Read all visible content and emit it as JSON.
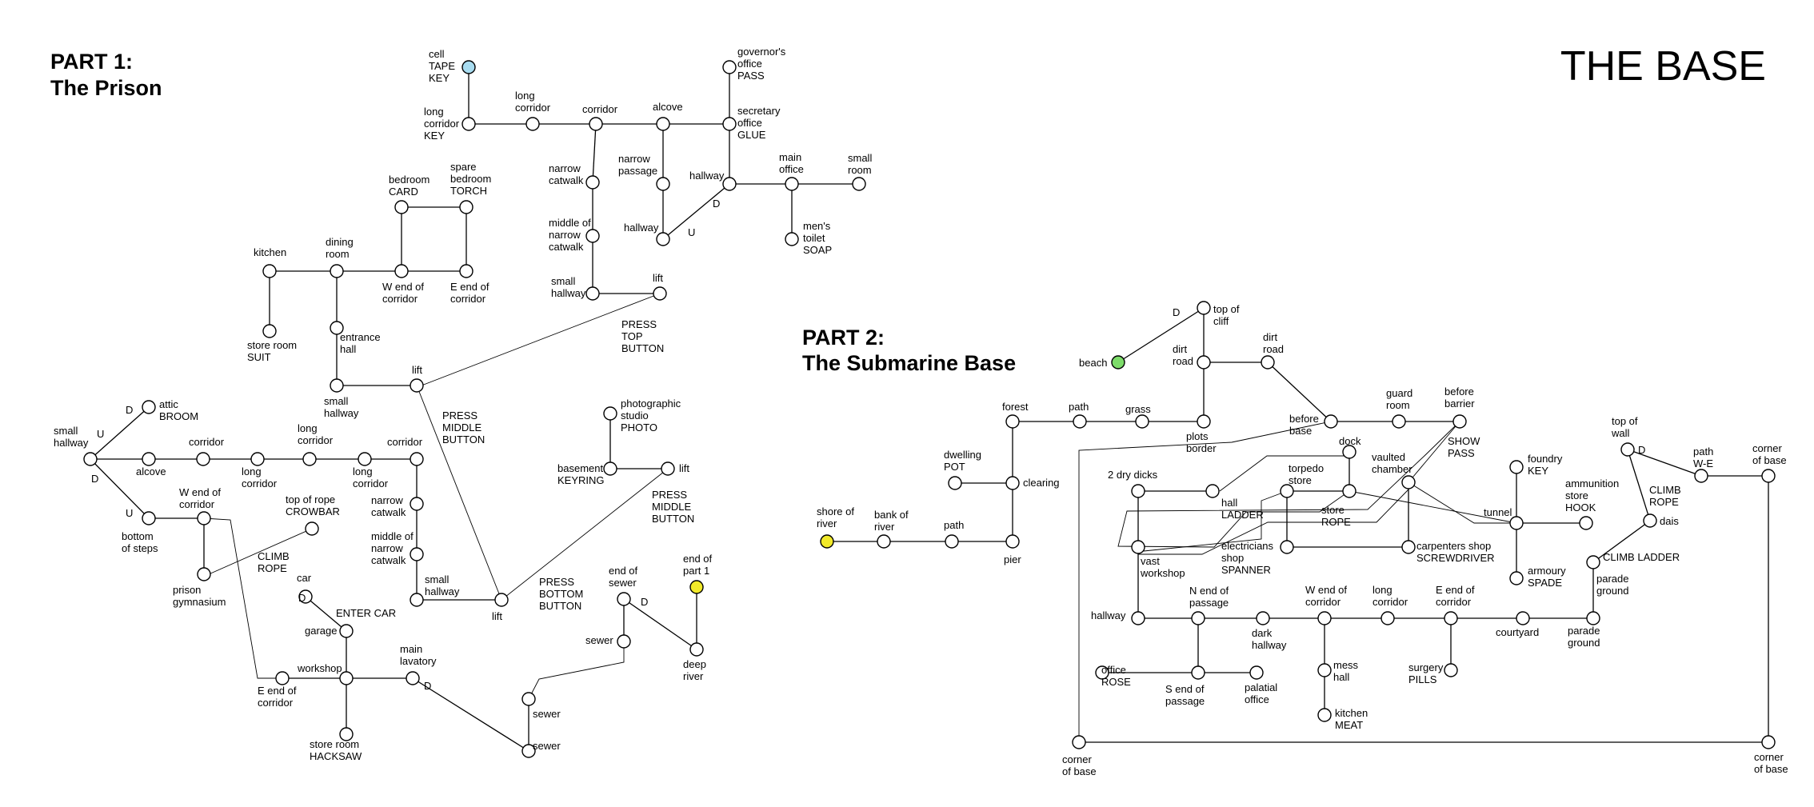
{
  "title": "THE BASE",
  "part1": {
    "line1": "PART 1:",
    "line2": "The Prison"
  },
  "part2": {
    "line1": "PART 2:",
    "line2": "The Submarine Base"
  },
  "colors": {
    "background": "#ffffff",
    "line": "#000000",
    "node": "#ffffff",
    "start": "#a8dcf0",
    "end": "#f2ea2a",
    "beach": "#7ddc6a"
  },
  "nodes": [
    {
      "id": "cell",
      "lines": [
        "cell",
        "TAPE",
        "KEY"
      ]
    },
    {
      "id": "long-corridor-key",
      "lines": [
        "long",
        "corridor",
        "KEY"
      ]
    },
    {
      "id": "long-corridor-top",
      "lines": [
        "long",
        "corridor"
      ]
    },
    {
      "id": "corridor-top",
      "lines": [
        "corridor"
      ]
    },
    {
      "id": "alcove-top",
      "lines": [
        "alcove"
      ]
    },
    {
      "id": "governors-office",
      "lines": [
        "governor's",
        "office",
        "PASS"
      ]
    },
    {
      "id": "secretary-office",
      "lines": [
        "secretary",
        "office",
        "GLUE"
      ]
    },
    {
      "id": "narrow-passage",
      "lines": [
        "narrow",
        "passage"
      ]
    },
    {
      "id": "hallway-upper",
      "lines": [
        "hallway"
      ]
    },
    {
      "id": "main-office",
      "lines": [
        "main",
        "office"
      ]
    },
    {
      "id": "small-room",
      "lines": [
        "small",
        "room"
      ]
    },
    {
      "id": "mens-toilet",
      "lines": [
        "men's",
        "toilet",
        "SOAP"
      ]
    },
    {
      "id": "hallway-u",
      "lines": [
        "hallway"
      ]
    },
    {
      "id": "narrow-catwalk-top",
      "lines": [
        "narrow",
        "catwalk"
      ]
    },
    {
      "id": "middle-narrow-catwalk-top",
      "lines": [
        "middle of",
        "narrow",
        "catwalk"
      ]
    },
    {
      "id": "small-hallway-top",
      "lines": [
        "small",
        "hallway"
      ]
    },
    {
      "id": "lift-top",
      "lines": [
        "lift"
      ]
    },
    {
      "id": "bedroom",
      "lines": [
        "bedroom",
        "CARD"
      ]
    },
    {
      "id": "spare-bedroom",
      "lines": [
        "spare",
        "bedroom",
        "TORCH"
      ]
    },
    {
      "id": "kitchen-prison",
      "lines": [
        "kitchen"
      ]
    },
    {
      "id": "dining-room",
      "lines": [
        "dining",
        "room"
      ]
    },
    {
      "id": "w-end-corridor-upper",
      "lines": [
        "W end of",
        "corridor"
      ]
    },
    {
      "id": "e-end-corridor-upper",
      "lines": [
        "E end of",
        "corridor"
      ]
    },
    {
      "id": "store-room-suit",
      "lines": [
        "store room",
        "SUIT"
      ]
    },
    {
      "id": "entrance-hall",
      "lines": [
        "entrance",
        "hall"
      ]
    },
    {
      "id": "small-hallway-mid",
      "lines": [
        "small",
        "hallway"
      ]
    },
    {
      "id": "lift-middle",
      "lines": [
        "lift"
      ]
    },
    {
      "id": "attic",
      "lines": [
        "attic",
        "BROOM"
      ]
    },
    {
      "id": "small-hallway-left",
      "lines": [
        "small",
        "hallway"
      ]
    },
    {
      "id": "alcove-left",
      "lines": [
        "alcove"
      ]
    },
    {
      "id": "corridor-left",
      "lines": [
        "corridor"
      ]
    },
    {
      "id": "long-corridor-l1",
      "lines": [
        "long",
        "corridor"
      ]
    },
    {
      "id": "long-corridor-l2",
      "lines": [
        "long",
        "corridor"
      ]
    },
    {
      "id": "long-corridor-l3",
      "lines": [
        "long",
        "corridor"
      ]
    },
    {
      "id": "corridor-right",
      "lines": [
        "corridor"
      ]
    },
    {
      "id": "narrow-catwalk-low",
      "lines": [
        "narrow",
        "catwalk"
      ]
    },
    {
      "id": "middle-narrow-catwalk-low",
      "lines": [
        "middle of",
        "narrow",
        "catwalk"
      ]
    },
    {
      "id": "small-hallway-low",
      "lines": [
        "small",
        "hallway"
      ]
    },
    {
      "id": "lift-bottom",
      "lines": [
        "lift"
      ]
    },
    {
      "id": "bottom-steps",
      "lines": [
        "bottom",
        "of steps"
      ]
    },
    {
      "id": "w-end-corridor-low",
      "lines": [
        "W end of",
        "corridor"
      ]
    },
    {
      "id": "prison-gym",
      "lines": [
        "prison",
        "gymnasium"
      ]
    },
    {
      "id": "top-of-rope",
      "lines": [
        "top of rope",
        "CROWBAR"
      ]
    },
    {
      "id": "photo-studio",
      "lines": [
        "photographic",
        "studio",
        "PHOTO"
      ]
    },
    {
      "id": "basement",
      "lines": [
        "basement",
        "KEYRING"
      ]
    },
    {
      "id": "lift-basement",
      "lines": [
        "lift"
      ]
    },
    {
      "id": "car",
      "lines": [
        "car"
      ]
    },
    {
      "id": "garage",
      "lines": [
        "garage"
      ]
    },
    {
      "id": "workshop-prison",
      "lines": [
        "workshop"
      ]
    },
    {
      "id": "e-end-corridor-low",
      "lines": [
        "E end of",
        "corridor"
      ]
    },
    {
      "id": "main-lavatory",
      "lines": [
        "main",
        "lavatory"
      ]
    },
    {
      "id": "store-room-hacksaw",
      "lines": [
        "store room",
        "HACKSAW"
      ]
    },
    {
      "id": "end-of-sewer",
      "lines": [
        "end of",
        "sewer"
      ]
    },
    {
      "id": "end-part-1",
      "lines": [
        "end of",
        "part 1"
      ]
    },
    {
      "id": "sewer-1",
      "lines": [
        "sewer"
      ]
    },
    {
      "id": "deep-river",
      "lines": [
        "deep",
        "river"
      ]
    },
    {
      "id": "sewer-2",
      "lines": [
        "sewer"
      ]
    },
    {
      "id": "sewer-3",
      "lines": [
        "sewer"
      ]
    },
    {
      "id": "top-of-cliff",
      "lines": [
        "top of",
        "cliff"
      ]
    },
    {
      "id": "beach",
      "lines": [
        "beach"
      ]
    },
    {
      "id": "dirt-road-1",
      "lines": [
        "dirt",
        "road"
      ]
    },
    {
      "id": "dirt-road-2",
      "lines": [
        "dirt",
        "road"
      ]
    },
    {
      "id": "forest",
      "lines": [
        "forest"
      ]
    },
    {
      "id": "path-top",
      "lines": [
        "path"
      ]
    },
    {
      "id": "grass",
      "lines": [
        "grass"
      ]
    },
    {
      "id": "plots-border",
      "lines": [
        "plots",
        "border"
      ]
    },
    {
      "id": "before-base",
      "lines": [
        "before",
        "base"
      ]
    },
    {
      "id": "guard-room",
      "lines": [
        "guard",
        "room"
      ]
    },
    {
      "id": "before-barrier",
      "lines": [
        "before",
        "barrier"
      ]
    },
    {
      "id": "dwelling",
      "lines": [
        "dwelling",
        "POT"
      ]
    },
    {
      "id": "clearing",
      "lines": [
        "clearing"
      ]
    },
    {
      "id": "shore-of-river",
      "lines": [
        "shore of",
        "river"
      ]
    },
    {
      "id": "bank-of-river",
      "lines": [
        "bank of",
        "river"
      ]
    },
    {
      "id": "path-low",
      "lines": [
        "path"
      ]
    },
    {
      "id": "pier",
      "lines": [
        "pier"
      ]
    },
    {
      "id": "dock",
      "lines": [
        "dock"
      ]
    },
    {
      "id": "2-dry-dicks",
      "lines": [
        "2 dry dicks"
      ]
    },
    {
      "id": "hall-ladder",
      "lines": [
        "hall",
        "LADDER"
      ]
    },
    {
      "id": "torpedo-store",
      "lines": [
        "torpedo",
        "store"
      ]
    },
    {
      "id": "store-rope",
      "lines": [
        "store",
        "ROPE"
      ]
    },
    {
      "id": "vaulted-chamber",
      "lines": [
        "vaulted",
        "chamber"
      ]
    },
    {
      "id": "foundry",
      "lines": [
        "foundry",
        "KEY"
      ]
    },
    {
      "id": "ammunition-store",
      "lines": [
        "ammunition",
        "store",
        "HOOK"
      ]
    },
    {
      "id": "tunnel",
      "lines": [
        "tunnel"
      ]
    },
    {
      "id": "armoury",
      "lines": [
        "armoury",
        "SPADE"
      ]
    },
    {
      "id": "electricians-shop",
      "lines": [
        "electricians",
        "shop",
        "SPANNER"
      ]
    },
    {
      "id": "carpenters-shop",
      "lines": [
        "carpenters shop",
        "SCREWDRIVER"
      ]
    },
    {
      "id": "vast-workshop",
      "lines": [
        "vast",
        "workshop"
      ]
    },
    {
      "id": "top-of-wall",
      "lines": [
        "top of",
        "wall"
      ]
    },
    {
      "id": "path-we",
      "lines": [
        "path",
        "W-E"
      ]
    },
    {
      "id": "corner-base-tr",
      "lines": [
        "corner",
        "of base"
      ]
    },
    {
      "id": "dais",
      "lines": [
        "dais"
      ]
    },
    {
      "id": "parade-ground-1",
      "lines": [
        "parade",
        "ground"
      ]
    },
    {
      "id": "parade-ground-2",
      "lines": [
        "parade",
        "ground"
      ]
    },
    {
      "id": "hallway-base",
      "lines": [
        "hallway"
      ]
    },
    {
      "id": "n-end-passage",
      "lines": [
        "N end of",
        "passage"
      ]
    },
    {
      "id": "dark-hallway",
      "lines": [
        "dark",
        "hallway"
      ]
    },
    {
      "id": "w-end-corridor-base",
      "lines": [
        "W end of",
        "corridor"
      ]
    },
    {
      "id": "long-corridor-base",
      "lines": [
        "long",
        "corridor"
      ]
    },
    {
      "id": "e-end-corridor-base",
      "lines": [
        "E end of",
        "corridor"
      ]
    },
    {
      "id": "courtyard",
      "lines": [
        "courtyard"
      ]
    },
    {
      "id": "office-rose",
      "lines": [
        "office",
        "ROSE"
      ]
    },
    {
      "id": "s-end-passage",
      "lines": [
        "S end of",
        "passage"
      ]
    },
    {
      "id": "palatial-office",
      "lines": [
        "palatial",
        "office"
      ]
    },
    {
      "id": "mess-hall",
      "lines": [
        "mess",
        "hall"
      ]
    },
    {
      "id": "kitchen-base",
      "lines": [
        "kitchen",
        "MEAT"
      ]
    },
    {
      "id": "surgery",
      "lines": [
        "surgery",
        "PILLS"
      ]
    },
    {
      "id": "corner-base-bl",
      "lines": [
        "corner",
        "of base"
      ]
    },
    {
      "id": "corner-base-br",
      "lines": [
        "corner",
        "of base"
      ]
    }
  ],
  "annotations": [
    {
      "id": "press-top-button",
      "lines": [
        "PRESS",
        "TOP",
        "BUTTON"
      ]
    },
    {
      "id": "press-middle-button-1",
      "lines": [
        "PRESS",
        "MIDDLE",
        "BUTTON"
      ]
    },
    {
      "id": "press-middle-button-2",
      "lines": [
        "PRESS",
        "MIDDLE",
        "BUTTON"
      ]
    },
    {
      "id": "press-bottom-button",
      "lines": [
        "PRESS",
        "BOTTOM",
        "BUTTON"
      ]
    },
    {
      "id": "climb-rope-1",
      "lines": [
        "CLIMB",
        "ROPE"
      ]
    },
    {
      "id": "enter-car",
      "lines": [
        "ENTER CAR"
      ]
    },
    {
      "id": "show-pass",
      "lines": [
        "SHOW",
        "PASS"
      ]
    },
    {
      "id": "climb-rope-2",
      "lines": [
        "CLIMB",
        "ROPE"
      ]
    },
    {
      "id": "climb-ladder",
      "lines": [
        "CLIMB LADDER"
      ]
    },
    {
      "id": "dir-u-1",
      "lines": [
        "U"
      ]
    },
    {
      "id": "dir-d-1",
      "lines": [
        "D"
      ]
    },
    {
      "id": "dir-d-2",
      "lines": [
        "D"
      ]
    },
    {
      "id": "dir-u-2",
      "lines": [
        "U"
      ]
    },
    {
      "id": "dir-d-3",
      "lines": [
        "D"
      ]
    },
    {
      "id": "dir-u-3",
      "lines": [
        "U"
      ]
    },
    {
      "id": "dir-d-4",
      "lines": [
        "D"
      ]
    },
    {
      "id": "dir-d-5",
      "lines": [
        "D"
      ]
    },
    {
      "id": "dir-d-6",
      "lines": [
        "D"
      ]
    },
    {
      "id": "dir-d-7",
      "lines": [
        "D"
      ]
    },
    {
      "id": "dir-d-8",
      "lines": [
        "D"
      ]
    }
  ]
}
